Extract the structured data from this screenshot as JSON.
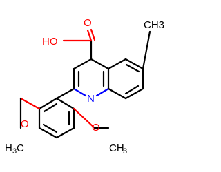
{
  "labels": {
    "carboxyl_oxygen": "O",
    "hydroxyl": "HO",
    "methyl_top": "CH3",
    "ring_nitrogen": "N",
    "methoxy_left_h": "H",
    "methoxy_left_c": "C",
    "methoxy_left_o": "O",
    "methoxy_left_sub": "3",
    "methoxy_right_o": "O",
    "methoxy_right_c": "CH",
    "methoxy_right_sub": "3"
  },
  "colors": {
    "bond": "#000000",
    "oxygen": "#ff0000",
    "nitrogen": "#0000ff"
  }
}
